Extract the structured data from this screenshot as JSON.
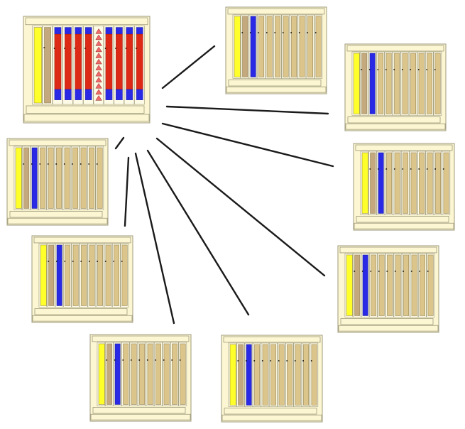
{
  "colors": {
    "frame_fill": "#fcf6d2",
    "frame_stroke": "#9e9a7c",
    "slot_bg": "#fdfbe6",
    "tan": "#c4a97e",
    "tan_light": "#dcc58a",
    "yellow": "#ffff2a",
    "blue": "#2a2ae6",
    "red": "#dd2a16",
    "warning": "#f06a6a",
    "line": "#1a1a1a"
  },
  "hub": {
    "name": "main-rack",
    "slots": [
      "yellow",
      "tan",
      "red-blue",
      "red-blue",
      "red-blue",
      "red-blue",
      "warnings",
      "red-blue",
      "red-blue",
      "red-blue",
      "red-blue"
    ]
  },
  "variants": [
    {
      "name": "rack-variant-1",
      "slots": [
        "yellow",
        "tan",
        "blue",
        "tan-light",
        "tan-light",
        "tan-light",
        "tan-light",
        "tan-light",
        "tan-light",
        "tan-light",
        "tan-light"
      ]
    },
    {
      "name": "rack-variant-2",
      "slots": [
        "yellow",
        "tan",
        "blue",
        "tan-light",
        "tan-light",
        "tan-light",
        "tan-light",
        "tan-light",
        "tan-light",
        "tan-light",
        "tan-light"
      ]
    },
    {
      "name": "rack-variant-3",
      "slots": [
        "yellow",
        "tan",
        "blue",
        "tan-light",
        "tan-light",
        "tan-light",
        "tan-light",
        "tan-light",
        "tan-light",
        "tan-light",
        "tan-light"
      ]
    },
    {
      "name": "rack-variant-4",
      "slots": [
        "yellow",
        "tan",
        "blue",
        "tan-light",
        "tan-light",
        "tan-light",
        "tan-light",
        "tan-light",
        "tan-light",
        "tan-light",
        "tan-light"
      ]
    },
    {
      "name": "rack-variant-5",
      "slots": [
        "yellow",
        "tan",
        "blue",
        "tan-light",
        "tan-light",
        "tan-light",
        "tan-light",
        "tan-light",
        "tan-light",
        "tan-light",
        "tan-light"
      ]
    },
    {
      "name": "rack-variant-6",
      "slots": [
        "yellow",
        "tan",
        "blue",
        "tan-light",
        "tan-light",
        "tan-light",
        "tan-light",
        "tan-light",
        "tan-light",
        "tan-light",
        "tan-light"
      ]
    },
    {
      "name": "rack-variant-7",
      "slots": [
        "yellow",
        "tan",
        "blue",
        "tan-light",
        "tan-light",
        "tan-light",
        "tan-light",
        "tan-light",
        "tan-light",
        "tan-light",
        "tan-light"
      ]
    },
    {
      "name": "rack-variant-8",
      "slots": [
        "yellow",
        "tan",
        "blue",
        "tan-light",
        "tan-light",
        "tan-light",
        "tan-light",
        "tan-light",
        "tan-light",
        "tan-light",
        "tan-light"
      ]
    }
  ]
}
